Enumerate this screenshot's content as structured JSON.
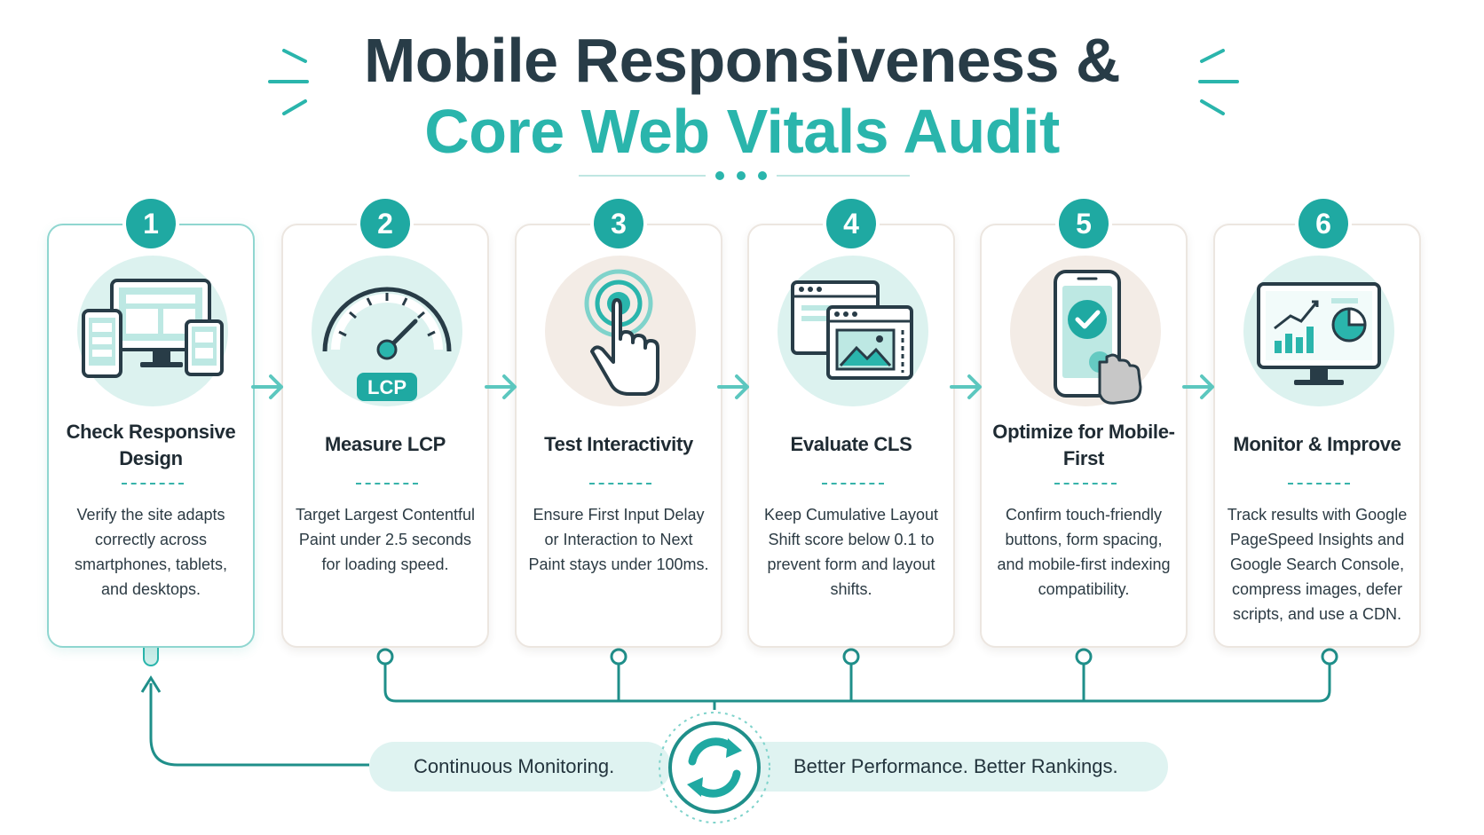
{
  "header": {
    "title_line1": "Mobile Responsiveness &",
    "title_line2": "Core Web Vitals Audit"
  },
  "colors": {
    "teal": "#1fa9a2",
    "teal_light": "#dff3f1",
    "dark": "#283c47",
    "beige": "#f3ece6"
  },
  "steps": [
    {
      "number": "1",
      "title": "Check Responsive Design",
      "description": "Verify the site adapts correctly across smartphones, tablets, and desktops.",
      "icon": "responsive-devices-icon"
    },
    {
      "number": "2",
      "title": "Measure LCP",
      "description": "Target Largest Contentful Paint under 2.5 seconds for loading speed.",
      "icon": "speedometer-icon",
      "icon_label": "LCP"
    },
    {
      "number": "3",
      "title": "Test Interactivity",
      "description": "Ensure First Input Delay or Interaction to Next Paint stays under 100ms.",
      "icon": "tap-hand-icon"
    },
    {
      "number": "4",
      "title": "Evaluate CLS",
      "description": "Keep Cumulative Layout Shift score below 0.1 to prevent form and layout shifts.",
      "icon": "layout-shift-windows-icon"
    },
    {
      "number": "5",
      "title": "Optimize for Mobile-First",
      "description": "Confirm touch-friendly buttons, form spacing, and mobile-first indexing compatibility.",
      "icon": "phone-check-icon"
    },
    {
      "number": "6",
      "title": "Monitor & Improve",
      "description": "Track results with Google PageSpeed Insights and Google Search Console, compress images, defer scripts, and use a CDN.",
      "icon": "analytics-monitor-icon"
    }
  ],
  "footer": {
    "left_text": "Continuous Monitoring.",
    "right_text": "Better Performance. Better Rankings.",
    "center_icon": "refresh-cycle-icon"
  }
}
